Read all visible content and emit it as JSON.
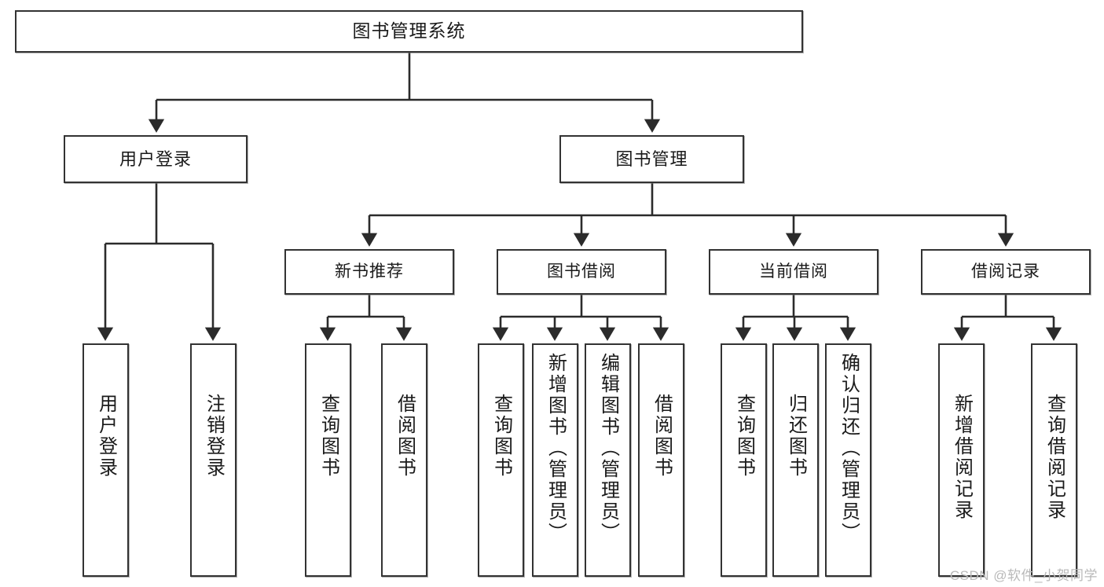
{
  "diagram": {
    "type": "hierarchy-tree",
    "title": "图书管理系统",
    "root": {
      "label": "图书管理系统"
    },
    "level1": [
      {
        "label": "用户登录"
      },
      {
        "label": "图书管理"
      }
    ],
    "level2": [
      {
        "label": "新书推荐"
      },
      {
        "label": "图书借阅"
      },
      {
        "label": "当前借阅"
      },
      {
        "label": "借阅记录"
      }
    ],
    "leaves": {
      "user_login": [
        {
          "label": "用户登录"
        },
        {
          "label": "注销登录"
        }
      ],
      "new_book_recommend": [
        {
          "label": "查询图书"
        },
        {
          "label": "借阅图书"
        }
      ],
      "book_borrow": [
        {
          "label": "查询图书"
        },
        {
          "label": "新增图书（管理员）"
        },
        {
          "label": "编辑图书（管理员）"
        },
        {
          "label": "借阅图书"
        }
      ],
      "current_borrow": [
        {
          "label": "查询图书"
        },
        {
          "label": "归还图书"
        },
        {
          "label": "确认归还（管理员）"
        }
      ],
      "borrow_record": [
        {
          "label": "新增借阅记录"
        },
        {
          "label": "查询借阅记录"
        }
      ]
    }
  },
  "watermark": {
    "text": "CSDN @软件_小贺同学"
  },
  "colors": {
    "box_border": "#333333",
    "connector": "#2b2b2b",
    "background": "#ffffff",
    "watermark": "#b9b9b9"
  }
}
